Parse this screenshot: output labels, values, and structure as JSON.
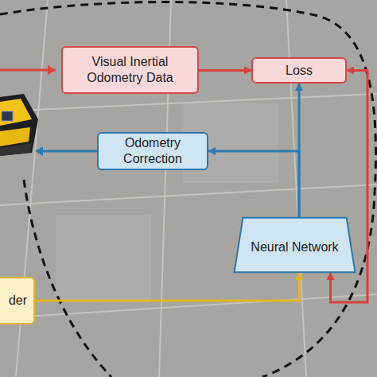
{
  "diagram": {
    "nodes": [
      {
        "text": [
          "Visual Inertial Odometry Data"
        ]
      },
      {
        "text": [
          "Loss"
        ]
      },
      {
        "text": [
          "Odometry Correction"
        ]
      },
      {
        "text": [
          "Neural Network"
        ]
      },
      {
        "text": [
          "der"
        ]
      }
    ],
    "edges": [
      {
        "from": 0,
        "to": 1,
        "arrow": "to"
      },
      {
        "from": 3,
        "to": 1,
        "arrow": "to"
      },
      {
        "from": 3,
        "to": 2,
        "arrow": "to"
      },
      {
        "from": 4,
        "to": 3,
        "arrow": "to"
      },
      {
        "from": 1,
        "to": 3,
        "arrow": "both"
      }
    ]
  }
}
